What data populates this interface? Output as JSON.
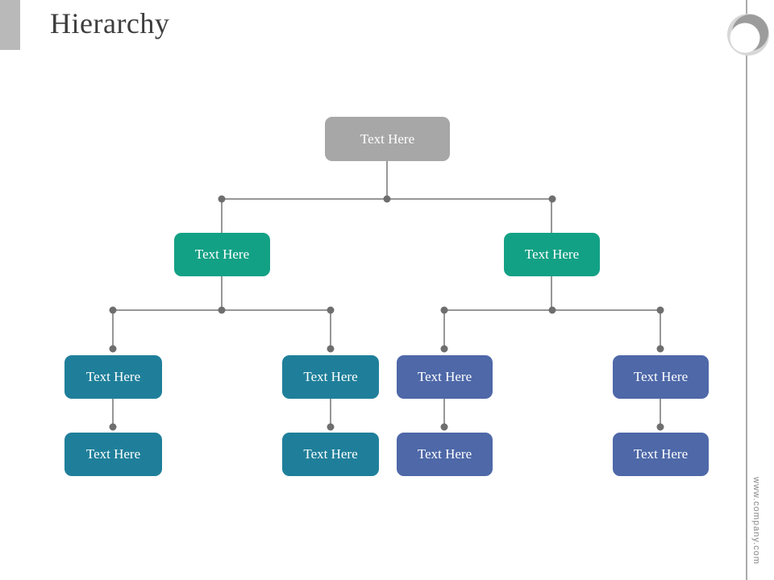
{
  "slide": {
    "title": "Hierarchy",
    "footer_url": "www.company.com"
  },
  "colors": {
    "root_node": "#a7a7a7",
    "branch_node": "#13a185",
    "left_leaf_node": "#1f7f9a",
    "right_leaf_node": "#4e68a8",
    "connector": "#979797",
    "connector_dot": "#6e6e6e",
    "accent_bar": "#b9b9b9",
    "right_rule": "#ababab"
  },
  "org_chart": {
    "root": {
      "label": "Text Here"
    },
    "branches": [
      {
        "label": "Text Here",
        "children": [
          {
            "label": "Text Here",
            "child": {
              "label": "Text Here"
            }
          },
          {
            "label": "Text Here",
            "child": {
              "label": "Text Here"
            }
          }
        ]
      },
      {
        "label": "Text Here",
        "children": [
          {
            "label": "Text Here",
            "child": {
              "label": "Text Here"
            }
          },
          {
            "label": "Text Here",
            "child": {
              "label": "Text Here"
            }
          }
        ]
      }
    ]
  }
}
